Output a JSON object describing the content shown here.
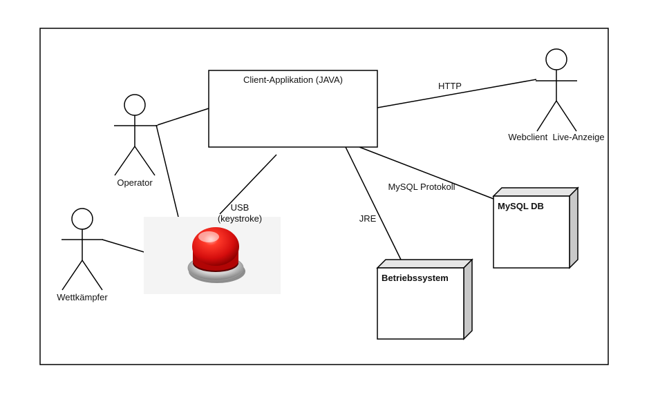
{
  "diagram": {
    "client_app": {
      "label": "Client-Applikation (JAVA)"
    },
    "actors": {
      "operator": {
        "label": "Operator"
      },
      "wettkaempfer": {
        "label": "Wettkämpfer"
      },
      "webclient": {
        "label": "Webclient  Live-Anzeige"
      }
    },
    "nodes": {
      "mysql": {
        "label": "MySQL DB"
      },
      "os": {
        "label": "Betriebssystem"
      }
    },
    "connections": {
      "http": {
        "label": "HTTP"
      },
      "usb_line1": {
        "label": "USB"
      },
      "usb_line2": {
        "label": "(keystroke)"
      },
      "mysql_protocol": {
        "label": "MySQL Protokoll"
      },
      "jre": {
        "label": "JRE"
      }
    },
    "button": {
      "icon": "red-push-button-icon",
      "color": "#e01010"
    }
  }
}
